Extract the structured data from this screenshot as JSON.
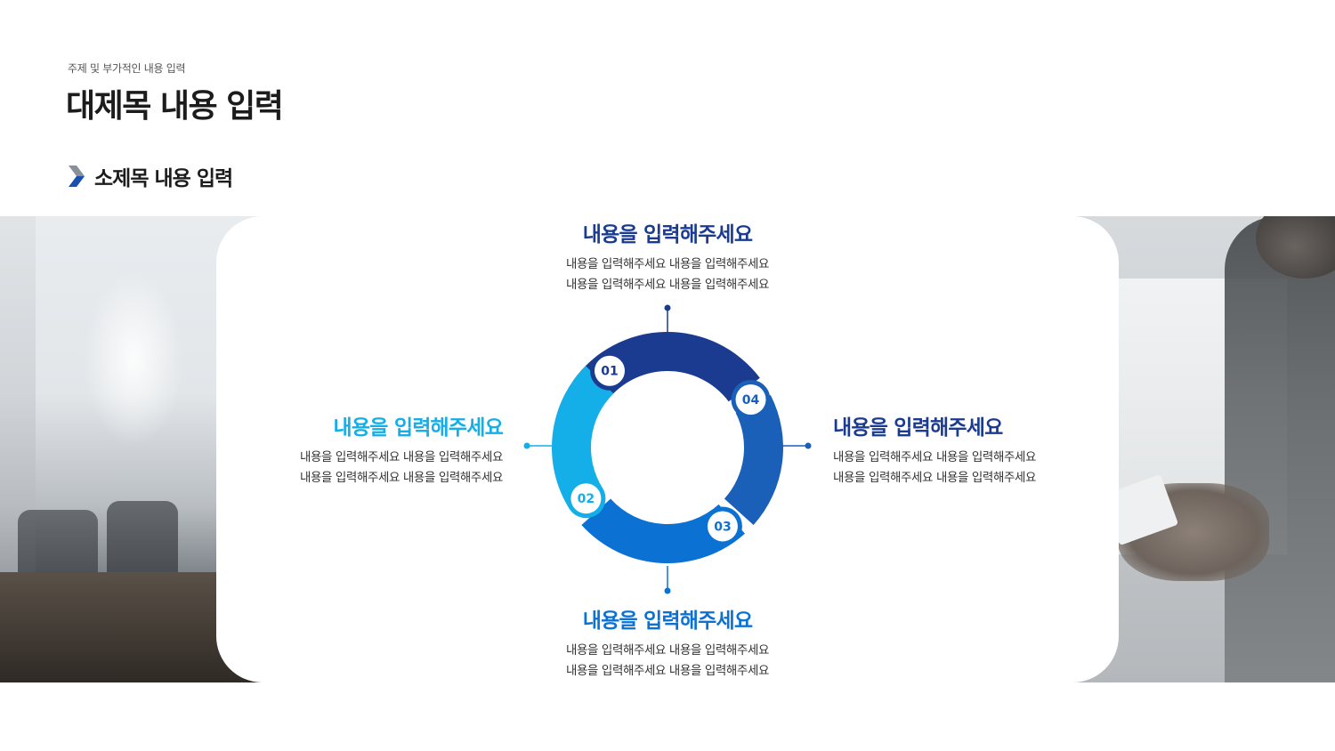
{
  "header": {
    "eyebrow": "주제 및 부가적인 내용 입력",
    "title": "대제목 내용 입력",
    "subtitle": "소제목 내용 입력"
  },
  "diagram": {
    "segments": [
      {
        "number": "01",
        "color": "#1a3b8f"
      },
      {
        "number": "02",
        "color": "#14aee8"
      },
      {
        "number": "03",
        "color": "#0b72d4"
      },
      {
        "number": "04",
        "color": "#1a5fb8"
      }
    ],
    "blocks": {
      "top": {
        "title": "내용을 입력해주세요",
        "line1": "내용을 입력해주세요 내용을 입력해주세요",
        "line2": "내용을 입력해주세요 내용을 입력해주세요",
        "color": "#1a3b8f"
      },
      "left": {
        "title": "내용을 입력해주세요",
        "line1": "내용을 입력해주세요 내용을 입력해주세요",
        "line2": "내용을 입력해주세요 내용을 입력해주세요",
        "color": "#14aee8"
      },
      "bottom": {
        "title": "내용을 입력해주세요",
        "line1": "내용을 입력해주세요 내용을 입력해주세요",
        "line2": "내용을 입력해주세요 내용을 입력해주세요",
        "color": "#0b72d4"
      },
      "right": {
        "title": "내용을 입력해주세요",
        "line1": "내용을 입력해주세요 내용을 입력해주세요",
        "line2": "내용을 입력해주세요 내용을 입력해주세요",
        "color": "#1a3b8f"
      }
    }
  },
  "icons": {
    "subtitle_marker": "chevron-right-icon"
  }
}
